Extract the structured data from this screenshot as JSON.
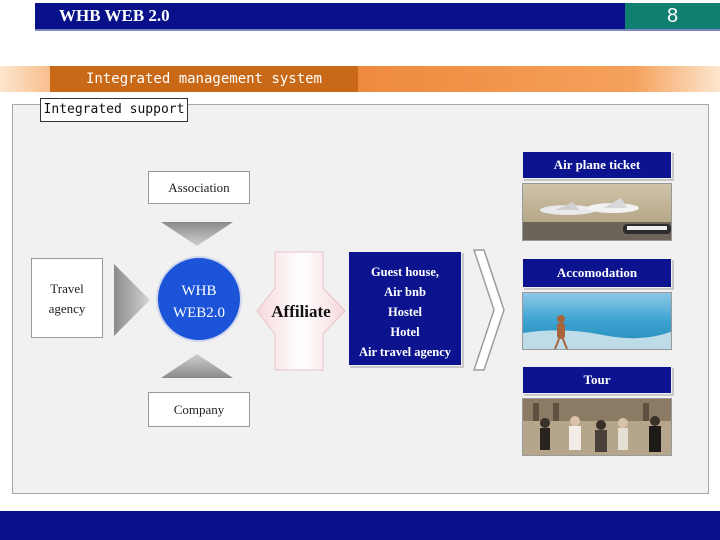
{
  "header": {
    "title": "WHB WEB 2.0",
    "page_number": "8"
  },
  "section_label": "Integrated management system",
  "panel_tab": "Integrated support",
  "diagram": {
    "association": "Association",
    "company": "Company",
    "travel_agency": [
      "Travel",
      "agency"
    ],
    "center": [
      "WHB",
      "WEB2.0"
    ],
    "affiliate": "Affiliate",
    "partners": [
      "Guest house,",
      "Air bnb",
      "Hostel",
      "Hotel",
      "Air travel agency"
    ],
    "services": [
      {
        "label": "Air plane ticket",
        "photo": "airplane-photo"
      },
      {
        "label": "Accomodation",
        "photo": "beach-photo"
      },
      {
        "label": "Tour",
        "photo": "tour-group-photo"
      }
    ]
  },
  "colors": {
    "navy": "#08118a",
    "teal": "#0f7f72",
    "orange": "#c96816",
    "circle_blue": "#1b54d8"
  }
}
